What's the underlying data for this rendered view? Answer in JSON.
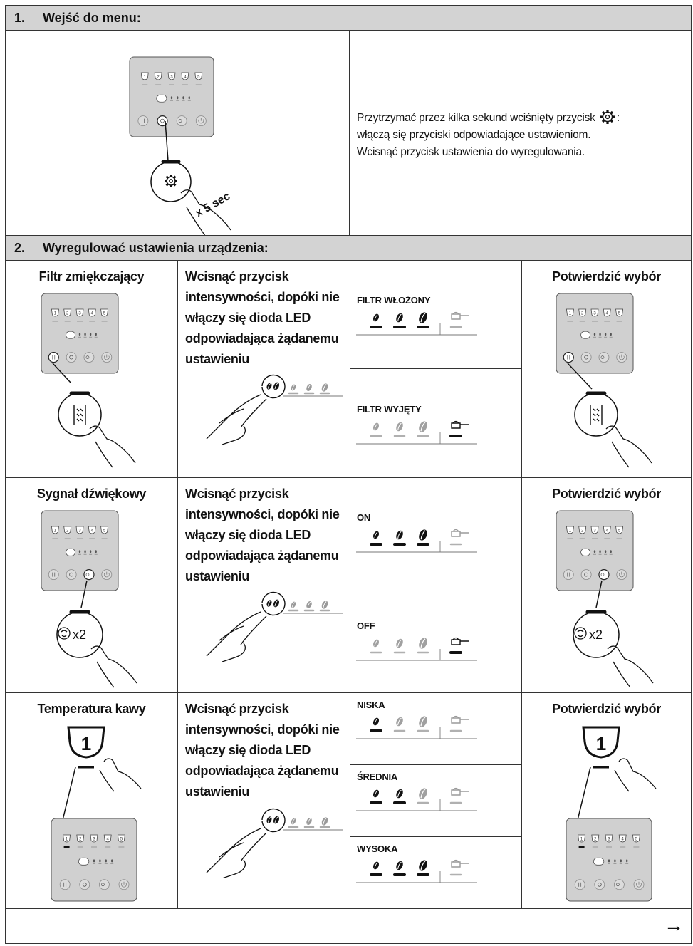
{
  "section1": {
    "number": "1.",
    "title": "Wejść do menu:",
    "desc_line1": "Przytrzymać przez kilka sekund wciśnięty przycisk",
    "desc_line1_end": ":",
    "desc_line2": "włączą się przyciski odpowiadające ustawieniom.",
    "desc_line3": "Wcisnąć przycisk ustawienia do wyregulowania.",
    "press_label": "x 5 sec"
  },
  "section2": {
    "number": "2.",
    "title": "Wyregulować ustawienia urządzenia:"
  },
  "instruction": "Wcisnąć przycisk intensywności, dopóki nie włączy się dioda LED odpowiadająca żądanemu ustawieniu",
  "confirm": "Potwierdzić wybór",
  "panel_buttons": [
    "1",
    "2",
    "3",
    "4",
    "5"
  ],
  "rows": [
    {
      "setting": "Filtr zmiękczający",
      "options": [
        {
          "label": "FILTR WŁOŻONY",
          "beans": 3,
          "cup": false
        },
        {
          "label": "FILTR WYJĘTY",
          "beans": 0,
          "cup": true
        }
      ]
    },
    {
      "setting": "Sygnał dźwiękowy",
      "button_label": "x2",
      "options": [
        {
          "label": "ON",
          "beans": 3,
          "cup": false
        },
        {
          "label": "OFF",
          "beans": 0,
          "cup": true
        }
      ]
    },
    {
      "setting": "Temperatura kawy",
      "button_label": "1",
      "options": [
        {
          "label": "NISKA",
          "beans": 1,
          "cup": false
        },
        {
          "label": "ŚREDNIA",
          "beans": 2,
          "cup": false
        },
        {
          "label": "WYSOKA",
          "beans": 3,
          "cup": false
        }
      ]
    }
  ],
  "icons": {
    "next": "arrow-right-icon",
    "settings": "gear-icon"
  },
  "colors": {
    "header_bg": "#d3d3d3",
    "panel_bg": "#d0d0d0",
    "led_off": "#b0b0b0",
    "led_on": "#111111"
  }
}
